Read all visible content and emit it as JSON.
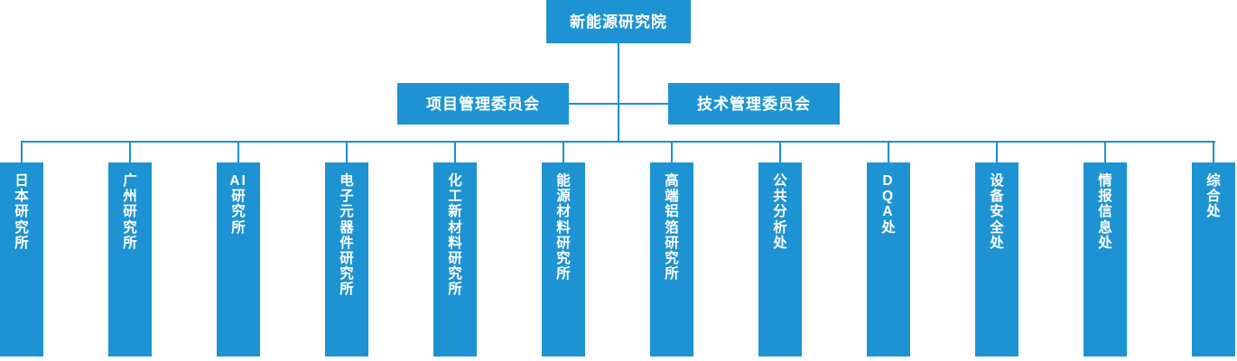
{
  "colors": {
    "node_fill": "#1e93d3",
    "connector": "#1a91d1",
    "node_text": "#ffffff",
    "background": "#ffffff"
  },
  "chart_data": {
    "type": "diagram",
    "title": "",
    "orientation": "top-down organizational chart"
  },
  "root": {
    "label": "新能源研究院"
  },
  "committees": [
    {
      "label": "项目管理委员会"
    },
    {
      "label": "技术管理委员会"
    }
  ],
  "departments": [
    {
      "label": "日本研究所",
      "chars": [
        "日",
        "本",
        "研",
        "究",
        "所"
      ]
    },
    {
      "label": "广州研究所",
      "chars": [
        "广",
        "州",
        "研",
        "究",
        "所"
      ]
    },
    {
      "label": "AI研究所",
      "chars": [
        "AI",
        "研",
        "究",
        "所"
      ]
    },
    {
      "label": "电子元器件研究所",
      "chars": [
        "电",
        "子",
        "元",
        "器",
        "件",
        "研",
        "究",
        "所"
      ]
    },
    {
      "label": "化工新材料研究所",
      "chars": [
        "化",
        "工",
        "新",
        "材",
        "料",
        "研",
        "究",
        "所"
      ]
    },
    {
      "label": "能源材料研究所",
      "chars": [
        "能",
        "源",
        "材",
        "料",
        "研",
        "究",
        "所"
      ]
    },
    {
      "label": "高端铝箔研究所",
      "chars": [
        "高",
        "端",
        "铝",
        "箔",
        "研",
        "究",
        "所"
      ]
    },
    {
      "label": "公共分析处",
      "chars": [
        "公",
        "共",
        "分",
        "析",
        "处"
      ]
    },
    {
      "label": "DQA处",
      "chars": [
        "D",
        "Q",
        "A",
        "处"
      ]
    },
    {
      "label": "设备安全处",
      "chars": [
        "设",
        "备",
        "安",
        "全",
        "处"
      ]
    },
    {
      "label": "情报信息处",
      "chars": [
        "情",
        "报",
        "信",
        "息",
        "处"
      ]
    },
    {
      "label": "综合处",
      "chars": [
        "综",
        "合",
        "处"
      ]
    }
  ]
}
